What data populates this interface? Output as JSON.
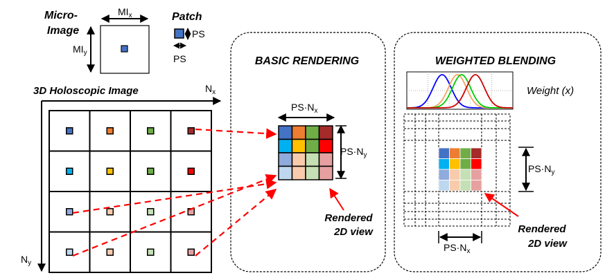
{
  "micro_image": {
    "title_line1": "Micro-",
    "title_line2": "Image",
    "width_label": "MI",
    "width_sub": "x",
    "height_label": "MI",
    "height_sub": "y"
  },
  "patch": {
    "title": "Patch",
    "size_label_right": "PS",
    "size_label_bottom": "PS"
  },
  "holoscopic": {
    "title": "3D Holoscopic Image",
    "nx_label": "N",
    "nx_sub": "x",
    "ny_label": "N",
    "ny_sub": "y",
    "patch_colors": [
      [
        "#4472c4",
        "#ed7d31",
        "#70ad47",
        "#a52a2a"
      ],
      [
        "#00b0f0",
        "#ffc000",
        "#70ad47",
        "#ff0000"
      ],
      [
        "#8faadc",
        "#f8cbad",
        "#c5e0b4",
        "#e6a0a0"
      ],
      [
        "#bdd7ee",
        "#f8cbad",
        "#c5e0b4",
        "#e6a0a0"
      ]
    ]
  },
  "basic": {
    "title": "BASIC RENDERING",
    "width_label": "PS·N",
    "width_sub": "x",
    "height_label": "PS·N",
    "height_sub": "y",
    "rendered_line1": "Rendered",
    "rendered_line2": "2D view"
  },
  "weighted": {
    "title": "WEIGHTED BLENDING",
    "weight_label": "Weight (x)",
    "width_label": "PS·N",
    "width_sub": "x",
    "height_label": "PS·N",
    "height_sub": "y",
    "rendered_line1": "Rendered",
    "rendered_line2": "2D view",
    "curve_colors": [
      "#0000ff",
      "#f4a460",
      "#00cc00",
      "#cc0000"
    ]
  },
  "colors": {
    "arrow": "#ff0000",
    "line": "#000000"
  }
}
